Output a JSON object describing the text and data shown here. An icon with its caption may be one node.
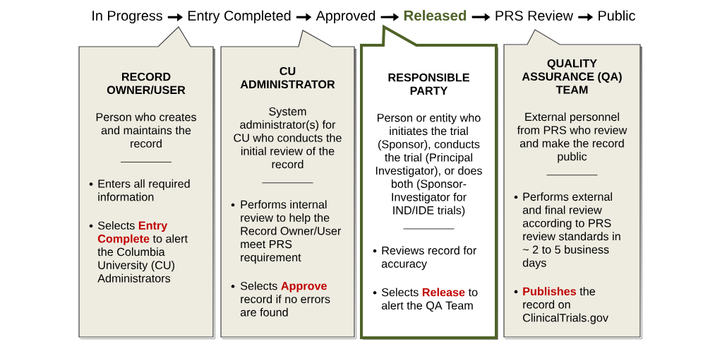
{
  "diagram": {
    "nodes": [
      {
        "text": [
          "In Progress"
        ]
      },
      {
        "text": [
          "Entry Completed"
        ]
      },
      {
        "text": [
          "Approved"
        ]
      },
      {
        "text": [
          "Released"
        ]
      },
      {
        "text": [
          "PRS Review"
        ]
      },
      {
        "text": [
          "Public"
        ]
      },
      {
        "text": [
          "RECORD OWNER/USER",
          "Person who creates and maintains the record",
          "Enters all required information",
          "Selects **Entry Complete** to alert the Columbia University (CU) Administrators"
        ]
      },
      {
        "text": [
          "CU ADMINISTRATOR",
          "System administrator(s) for CU who conducts the initial review of the record",
          "Performs internal review to help the Record Owner/User meet PRS requirement",
          "Selects **Approve** record if no errors are found"
        ]
      },
      {
        "text": [
          "RESPONSIBLE PARTY",
          "Person or entity who initiates the trial (Sponsor), conducts the trial (Principal Investigator), or does both (Sponsor-Investigator for IND/IDE trials)",
          "Reviews record for accuracy",
          "Selects **Release** to alert the QA Team"
        ]
      },
      {
        "text": [
          "QUALITY ASSURANCE (QA) TEAM",
          "External personnel from PRS who review and make the record public",
          "Performs external and final review according to PRS review standards in ~ 2 to 5 business days",
          "**Publishes** the record on ClinicalTrials.gov"
        ]
      }
    ],
    "edges": [
      {
        "from": 0,
        "to": 1,
        "arrow": "to"
      },
      {
        "from": 1,
        "to": 2,
        "arrow": "to"
      },
      {
        "from": 2,
        "to": 3,
        "arrow": "to"
      },
      {
        "from": 3,
        "to": 4,
        "arrow": "to"
      },
      {
        "from": 4,
        "to": 5,
        "arrow": "to"
      }
    ]
  }
}
